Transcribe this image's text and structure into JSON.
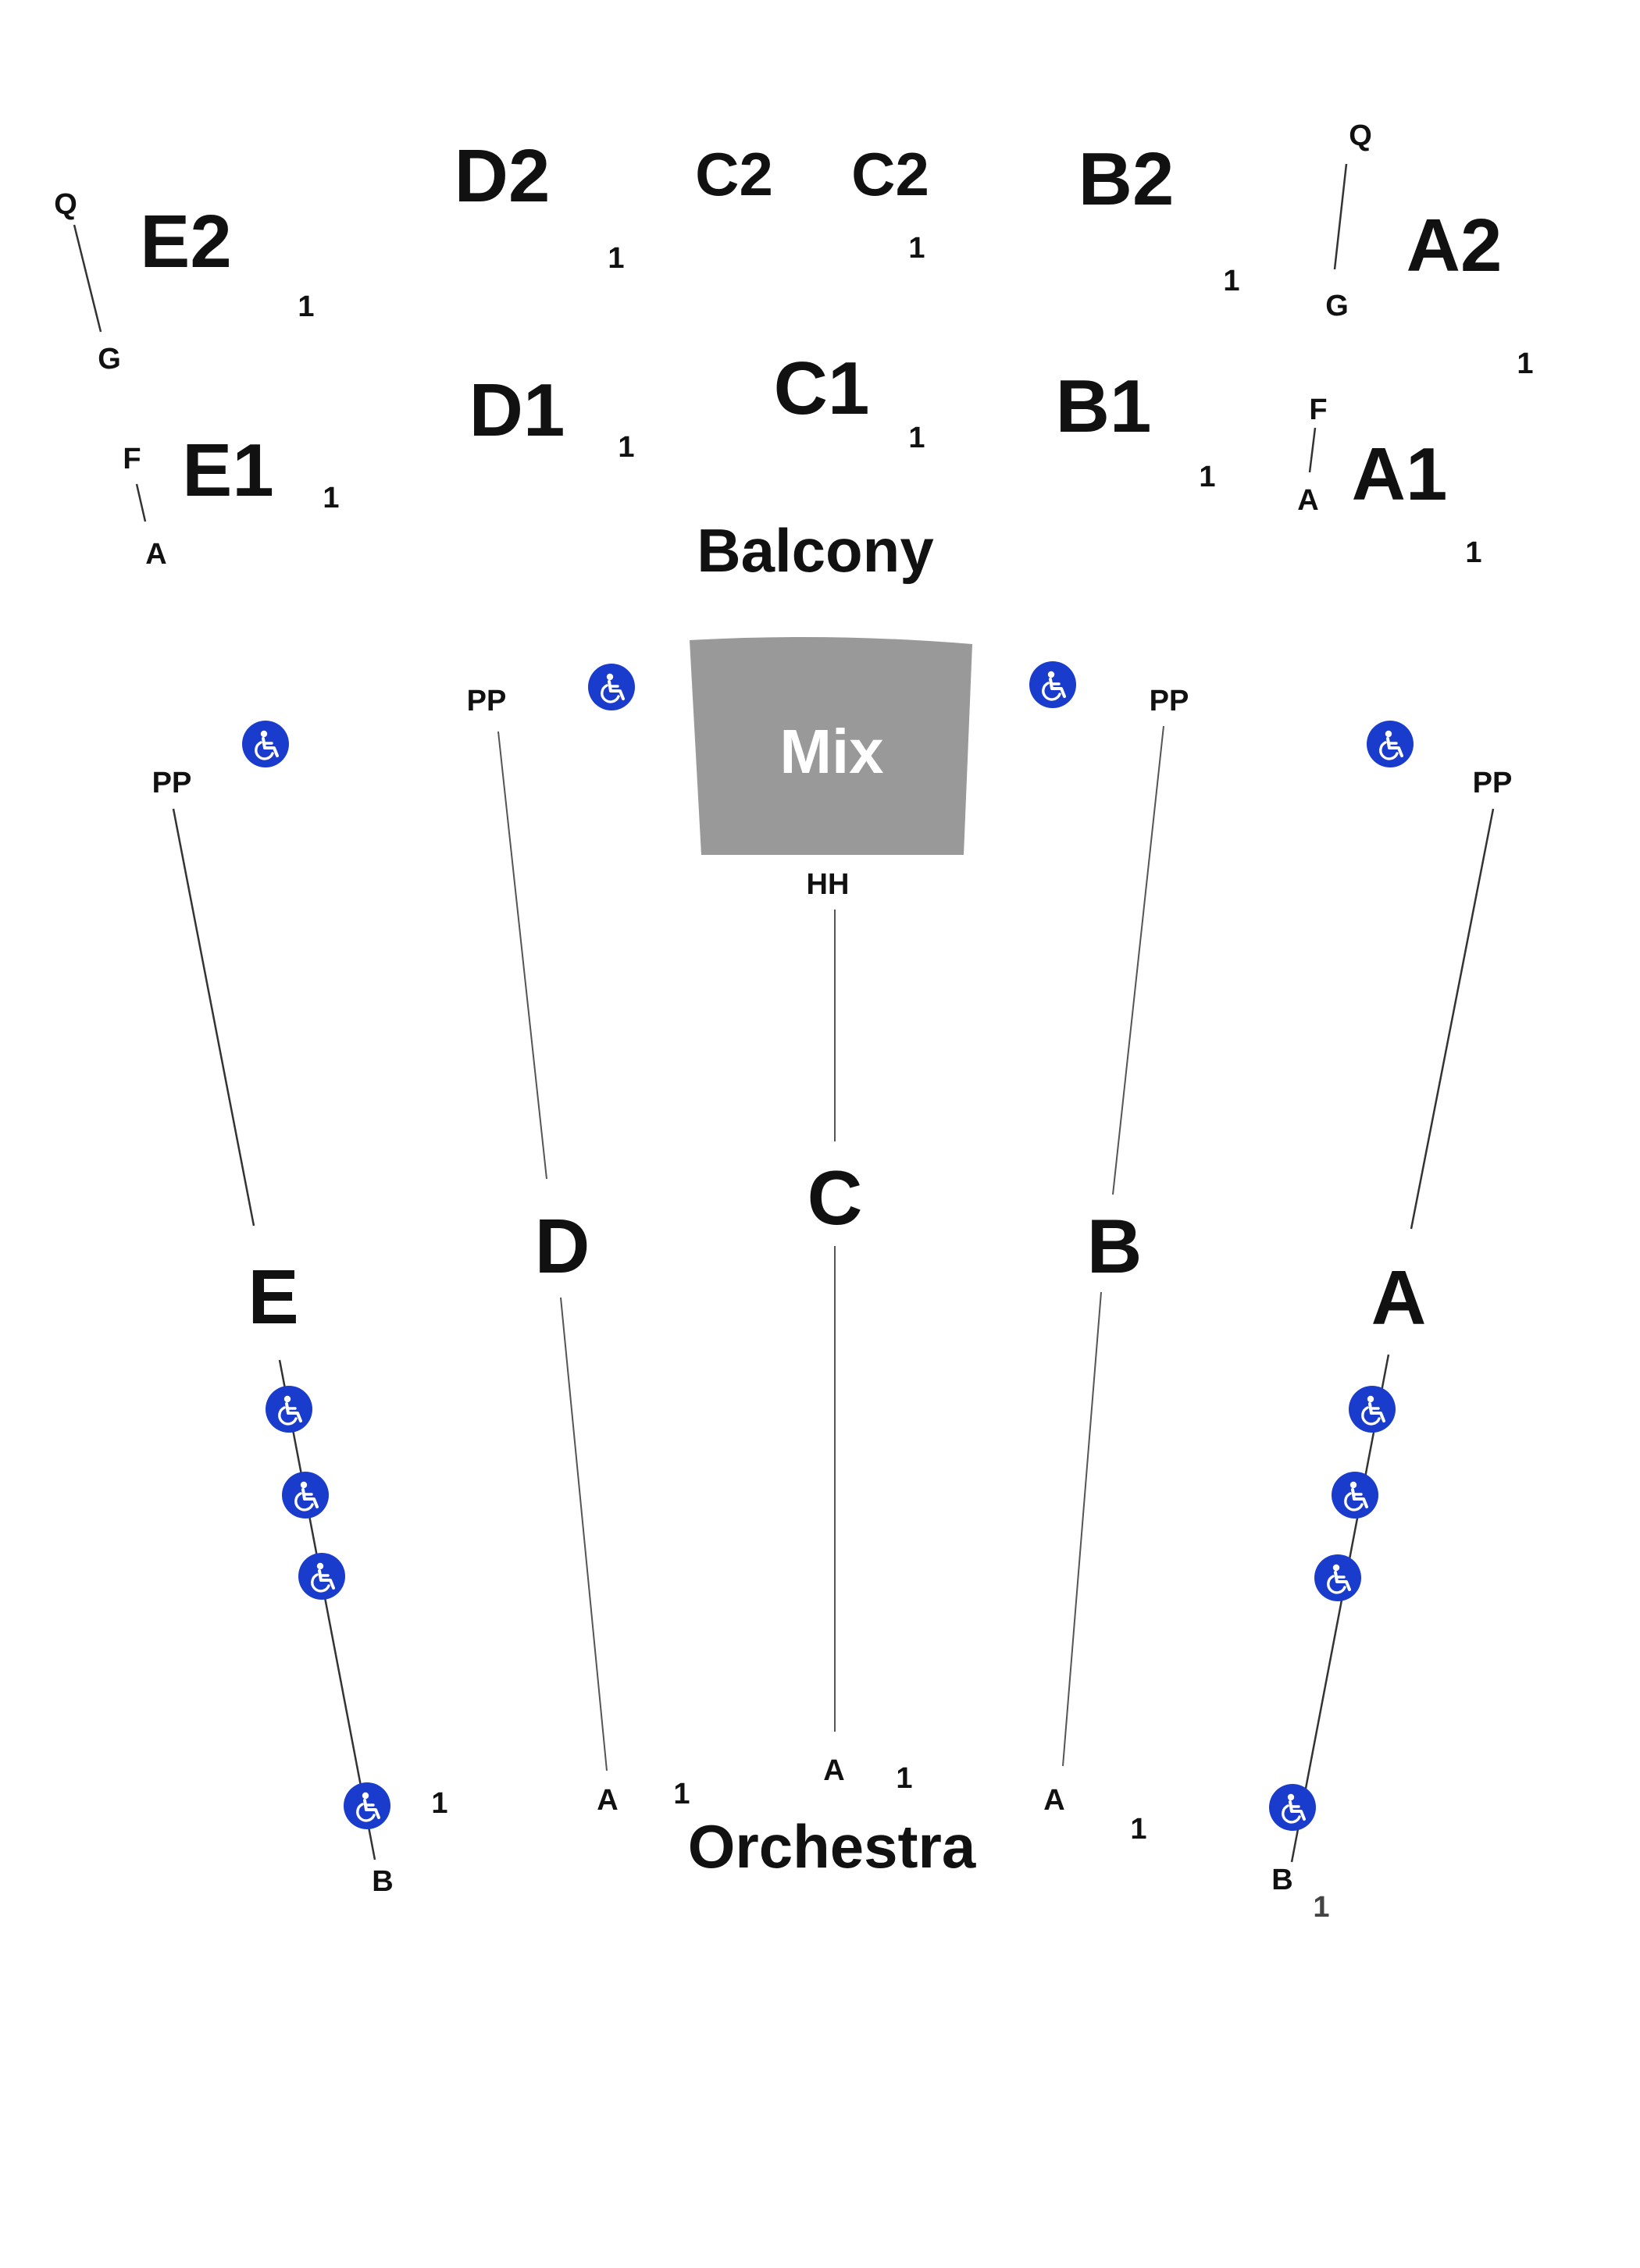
{
  "colors": {
    "background": "#ffffff",
    "text": "#111111",
    "mix_fill": "#999999",
    "mix_text": "#ffffff",
    "accessibility": "#1a3ccc",
    "line": "#333333",
    "subtle_text": "#444444"
  },
  "icon": "wheelchair-icon",
  "labels": {
    "balcony": "Balcony",
    "orchestra": "Orchestra",
    "mix": "Mix",
    "hh": "HH"
  },
  "balcony_sections": {
    "E2": "E2",
    "D2": "D2",
    "C2_left": "C2",
    "C2_right": "C2",
    "B2": "B2",
    "A2": "A2",
    "E1": "E1",
    "D1": "D1",
    "C1": "C1",
    "B1": "B1",
    "A1": "A1"
  },
  "balcony_seat_numbers": {
    "E2": "1",
    "D2": "1",
    "C2": "1",
    "B2": "1",
    "A2": "1",
    "E1": "1",
    "D1": "1",
    "C1": "1",
    "B1": "1",
    "A1": "1"
  },
  "balcony_rows": {
    "E2_top": "Q",
    "E2_bottom": "G",
    "E1_top": "F",
    "E1_bottom": "A",
    "A2_top": "Q",
    "A2_bottom": "G",
    "A1_top": "F",
    "A1_bottom": "A"
  },
  "orchestra_sections": {
    "E": "E",
    "D": "D",
    "C": "C",
    "B": "B",
    "A": "A"
  },
  "orchestra_top_rows": {
    "E": "PP",
    "D": "PP",
    "B": "PP",
    "A": "PP"
  },
  "orchestra_bottom_rows": {
    "E": "B",
    "D": "A",
    "C": "A",
    "B": "A",
    "A": "B"
  },
  "orchestra_seat_numbers": {
    "E": "1",
    "D": "1",
    "C": "1",
    "B": "1",
    "A": "1"
  }
}
